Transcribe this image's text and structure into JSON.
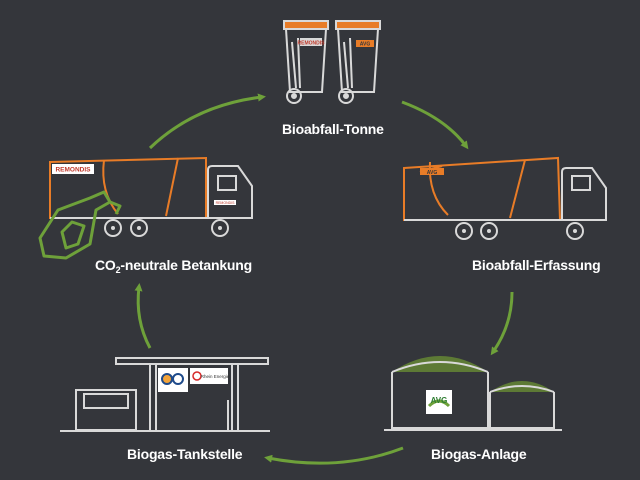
{
  "steps": {
    "bin": {
      "label": "Bioabfall-Tonne"
    },
    "collection": {
      "label": "Bioabfall-Erfassung"
    },
    "plant": {
      "label": "Biogas-Anlage",
      "logo_text": "AVG"
    },
    "station": {
      "label": "Biogas-Tankstelle",
      "sign_text": "Rhein Energie"
    },
    "refuel": {
      "label_prefix": "CO",
      "label_sub": "2",
      "label_suffix": "-neutrale Betankung"
    }
  },
  "branding": {
    "truck_left_badge": "REMONDIS",
    "truck_left_plate": "REMONDIS",
    "bin_badge": "REMONDIS",
    "bin_badge_2": "AVG",
    "truck_right_badge": "AVG"
  },
  "colors": {
    "background": "#34363b",
    "arrow": "#6ea13a",
    "truck_outline": "#e87c27",
    "line": "#d9d9d9",
    "text": "#ffffff",
    "dome": "#5d7a35"
  }
}
